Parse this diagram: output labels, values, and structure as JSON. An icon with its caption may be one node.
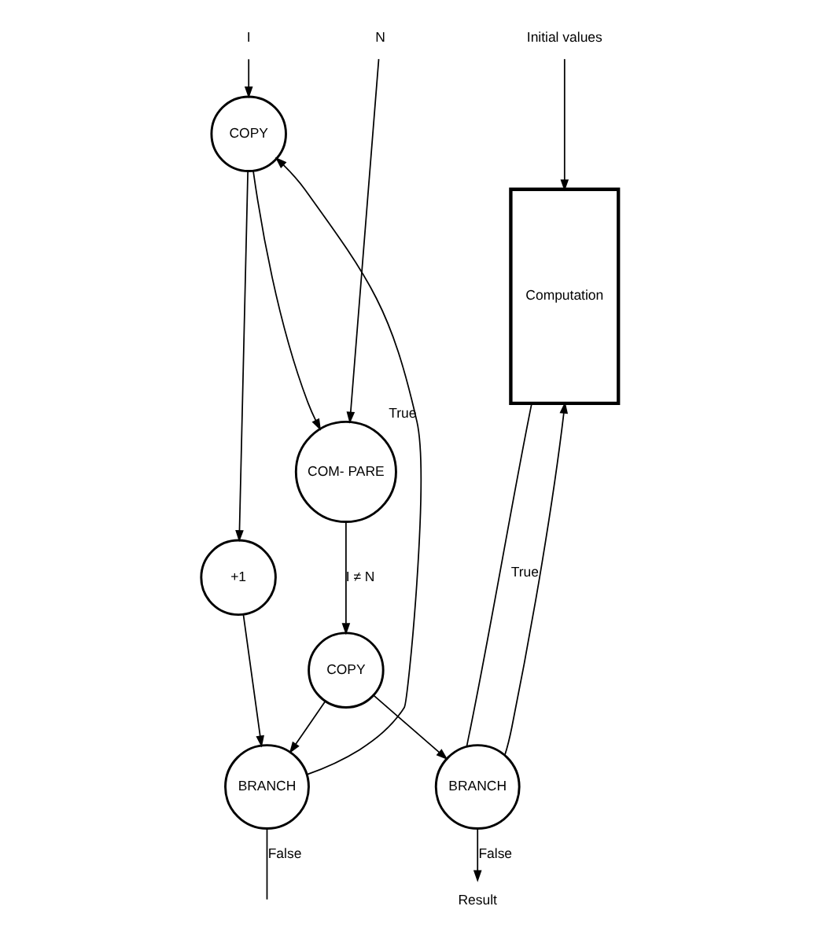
{
  "diagram": {
    "nodes": [
      {
        "text": [
          "I"
        ]
      },
      {
        "text": [
          "N"
        ]
      },
      {
        "text": [
          "Initial values"
        ]
      },
      {
        "text": [
          "COPY"
        ]
      },
      {
        "text": [
          "Computation"
        ]
      },
      {
        "text": [
          "COM- PARE"
        ]
      },
      {
        "text": [
          "+1"
        ]
      },
      {
        "text": [
          "COPY"
        ]
      },
      {
        "text": [
          "BRANCH"
        ]
      },
      {
        "text": [
          "BRANCH"
        ]
      },
      {
        "text": [
          "Result"
        ]
      }
    ],
    "edges": [
      {
        "from": 0,
        "to": 3,
        "arrow": "to"
      },
      {
        "from": 1,
        "to": 5,
        "arrow": "to"
      },
      {
        "from": 3,
        "to": 6,
        "arrow": "to"
      },
      {
        "from": 3,
        "to": 5,
        "arrow": "to"
      },
      {
        "from": 5,
        "to": 7,
        "arrow": "to",
        "label": "I ≠ N"
      },
      {
        "from": 6,
        "to": 8,
        "arrow": "to"
      },
      {
        "from": 7,
        "to": 8,
        "arrow": "to"
      },
      {
        "from": 7,
        "to": 9,
        "arrow": "to"
      },
      {
        "from": 8,
        "to": 3,
        "arrow": "to",
        "label": "True"
      },
      {
        "from": 8,
        "to": null,
        "arrow": "none",
        "label": "False"
      },
      {
        "from": 2,
        "to": 4,
        "arrow": "to"
      },
      {
        "from": 9,
        "to": 4,
        "arrow": "to",
        "label": "True"
      },
      {
        "from": 4,
        "to": 9,
        "arrow": "none"
      },
      {
        "from": 9,
        "to": 10,
        "arrow": "to",
        "label": "False"
      }
    ]
  }
}
